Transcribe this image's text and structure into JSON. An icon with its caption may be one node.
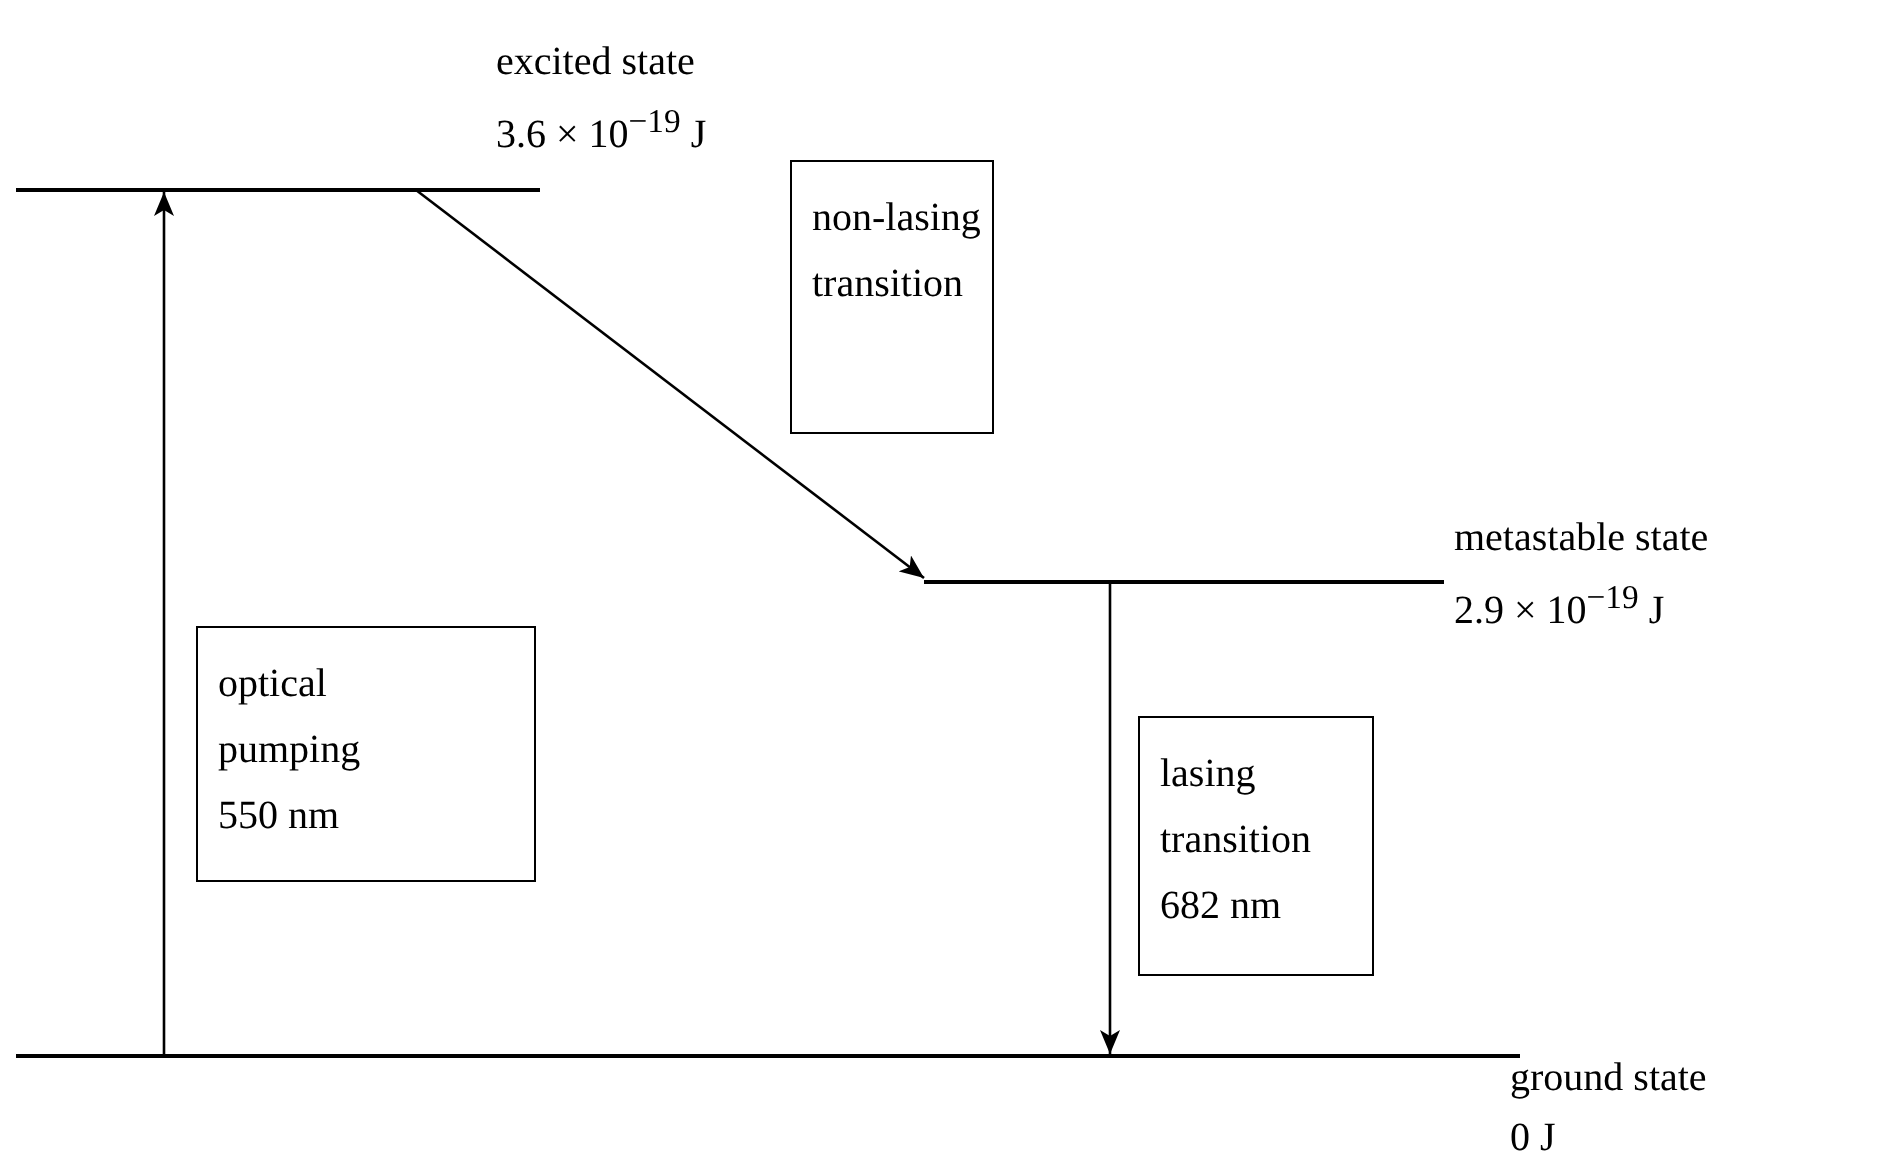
{
  "diagram": {
    "nodes": [
      {
        "text": [],
        "shape": "bar",
        "beside": [
          "excited state",
          "3.6 × 10$^{−19}$ J"
        ]
      },
      {
        "text": [
          "non-lasing transition"
        ]
      },
      {
        "text": [],
        "shape": "bar",
        "beside": [
          "metastable state",
          "2.9 × 10$^{−19}$ J"
        ]
      },
      {
        "text": [
          "optical pumping",
          "550 nm"
        ]
      },
      {
        "text": [
          "lasing transition",
          "682 nm"
        ]
      },
      {
        "text": [],
        "shape": "bar",
        "beside": [
          "ground state",
          "0 J"
        ]
      }
    ],
    "edges": [
      {
        "from": 5,
        "to": 0,
        "arrow": "to"
      },
      {
        "from": 0,
        "to": 2,
        "arrow": "to"
      },
      {
        "from": 2,
        "to": 5,
        "arrow": "to"
      }
    ]
  }
}
